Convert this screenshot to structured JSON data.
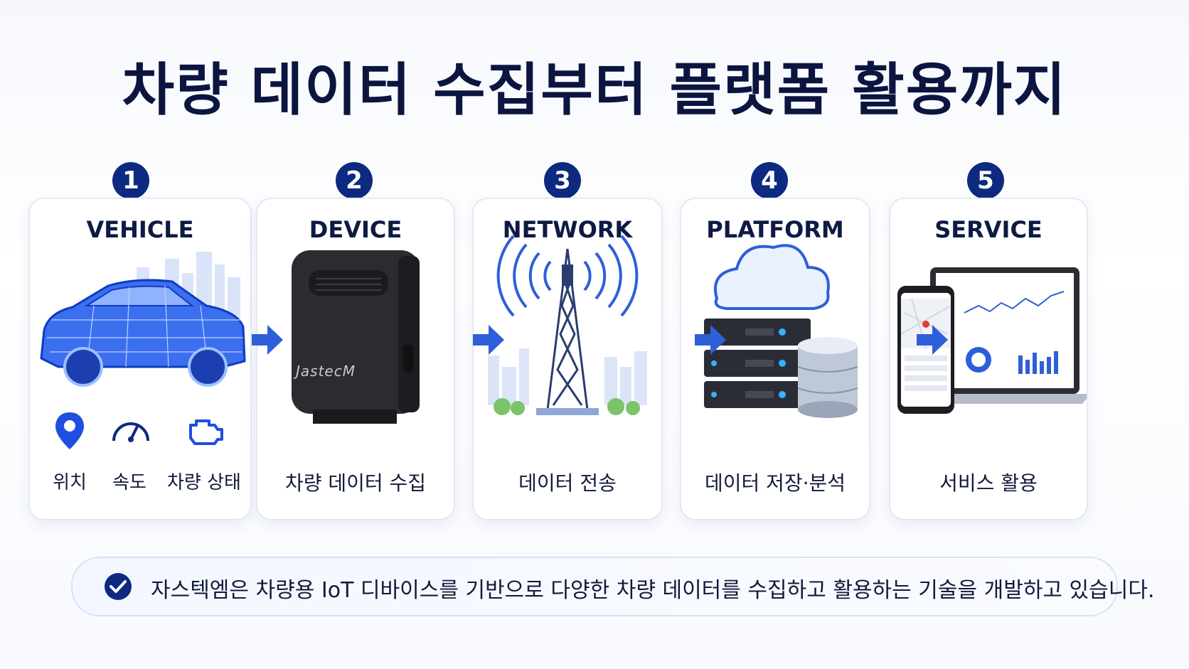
{
  "title": "차량 데이터 수집부터 플랫폼 활용까지",
  "steps": [
    {
      "number": "1",
      "heading": "VEHICLE",
      "features": [
        "위치",
        "속도",
        "차량 상태"
      ]
    },
    {
      "number": "2",
      "heading": "DEVICE",
      "caption": "차량 데이터 수집",
      "brand": "JastecM"
    },
    {
      "number": "3",
      "heading": "NETWORK",
      "caption": "데이터 전송"
    },
    {
      "number": "4",
      "heading": "PLATFORM",
      "caption": "데이터 저장·분석"
    },
    {
      "number": "5",
      "heading": "SERVICE",
      "caption": "서비스 활용"
    }
  ],
  "banner": {
    "text": "자스텍엠은 차량용 IoT 디바이스를 기반으로 다양한 차량 데이터를 수집하고 활용하는 기술을 개발하고 있습니다."
  },
  "colors": {
    "navy": "#0d2a80",
    "blue": "#2f5fd8",
    "accent": "#e23a2f"
  },
  "icons": [
    "location-pin-icon",
    "speedometer-icon",
    "engine-icon",
    "arrow-right-icon",
    "check-circle-icon"
  ]
}
